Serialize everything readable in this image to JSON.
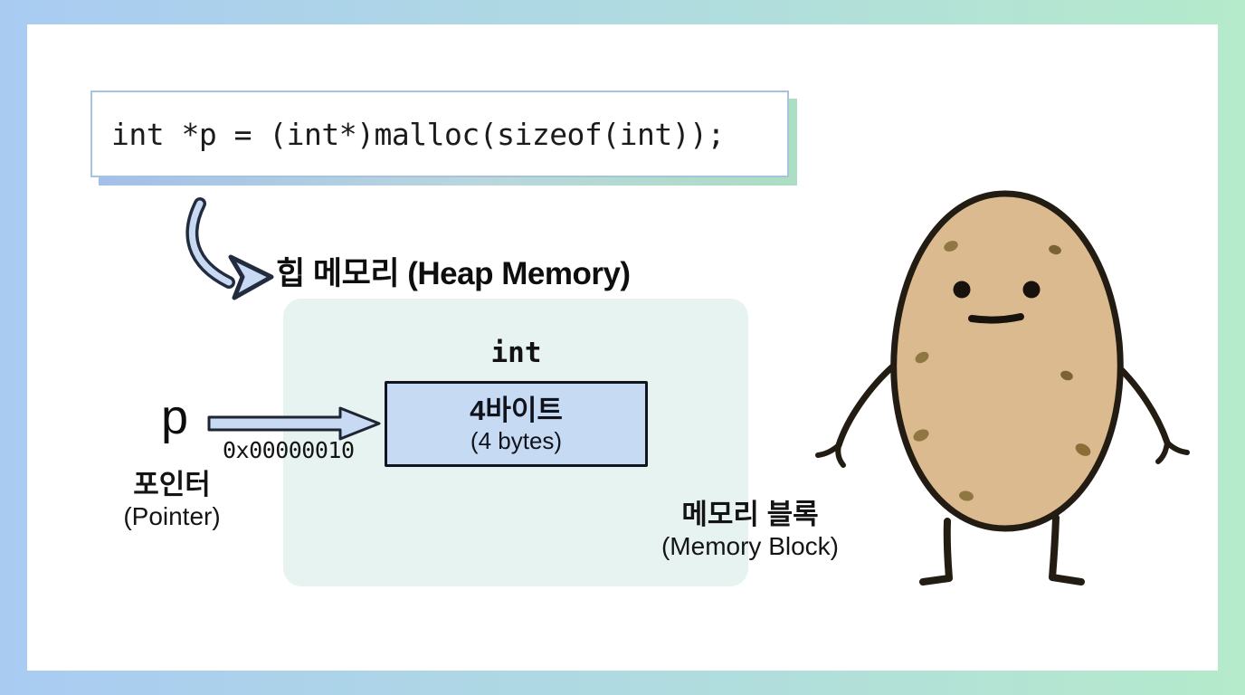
{
  "canvas": {
    "frame_gradient_left": "#a9cbf2",
    "frame_gradient_right": "#b5eacb",
    "surface_color": "#ffffff"
  },
  "code_box": {
    "code": "int *p = (int*)malloc(sizeof(int));",
    "border_color": "#a7c2dc",
    "shadow_gradient_left": "#a2c0ea",
    "shadow_gradient_right": "#abdec2"
  },
  "heap": {
    "title": "힙 메모리 (Heap Memory)",
    "area_color": "#e6f3f1",
    "type_label": "int",
    "block": {
      "size_kr": "4바이트",
      "size_en": "(4 bytes)",
      "fill": "#c7daf4",
      "border": "#11151f"
    },
    "caption_kr": "메모리 블록",
    "caption_en": "(Memory Block)"
  },
  "pointer": {
    "name": "p",
    "address": "0x00000010",
    "caption_kr": "포인터",
    "caption_en": "(Pointer)",
    "arrow_fill": "#c8daf3",
    "arrow_stroke": "#1d2432"
  },
  "icons": {
    "curved_arrow": "curved-arrow-icon",
    "pointer_arrow": "right-arrow-icon",
    "potato": "potato-character-illustration"
  },
  "potato": {
    "body_fill": "#dcba8f",
    "outline": "#221c12",
    "spot_color": "#8f7742",
    "eye_color": "#17120c"
  }
}
